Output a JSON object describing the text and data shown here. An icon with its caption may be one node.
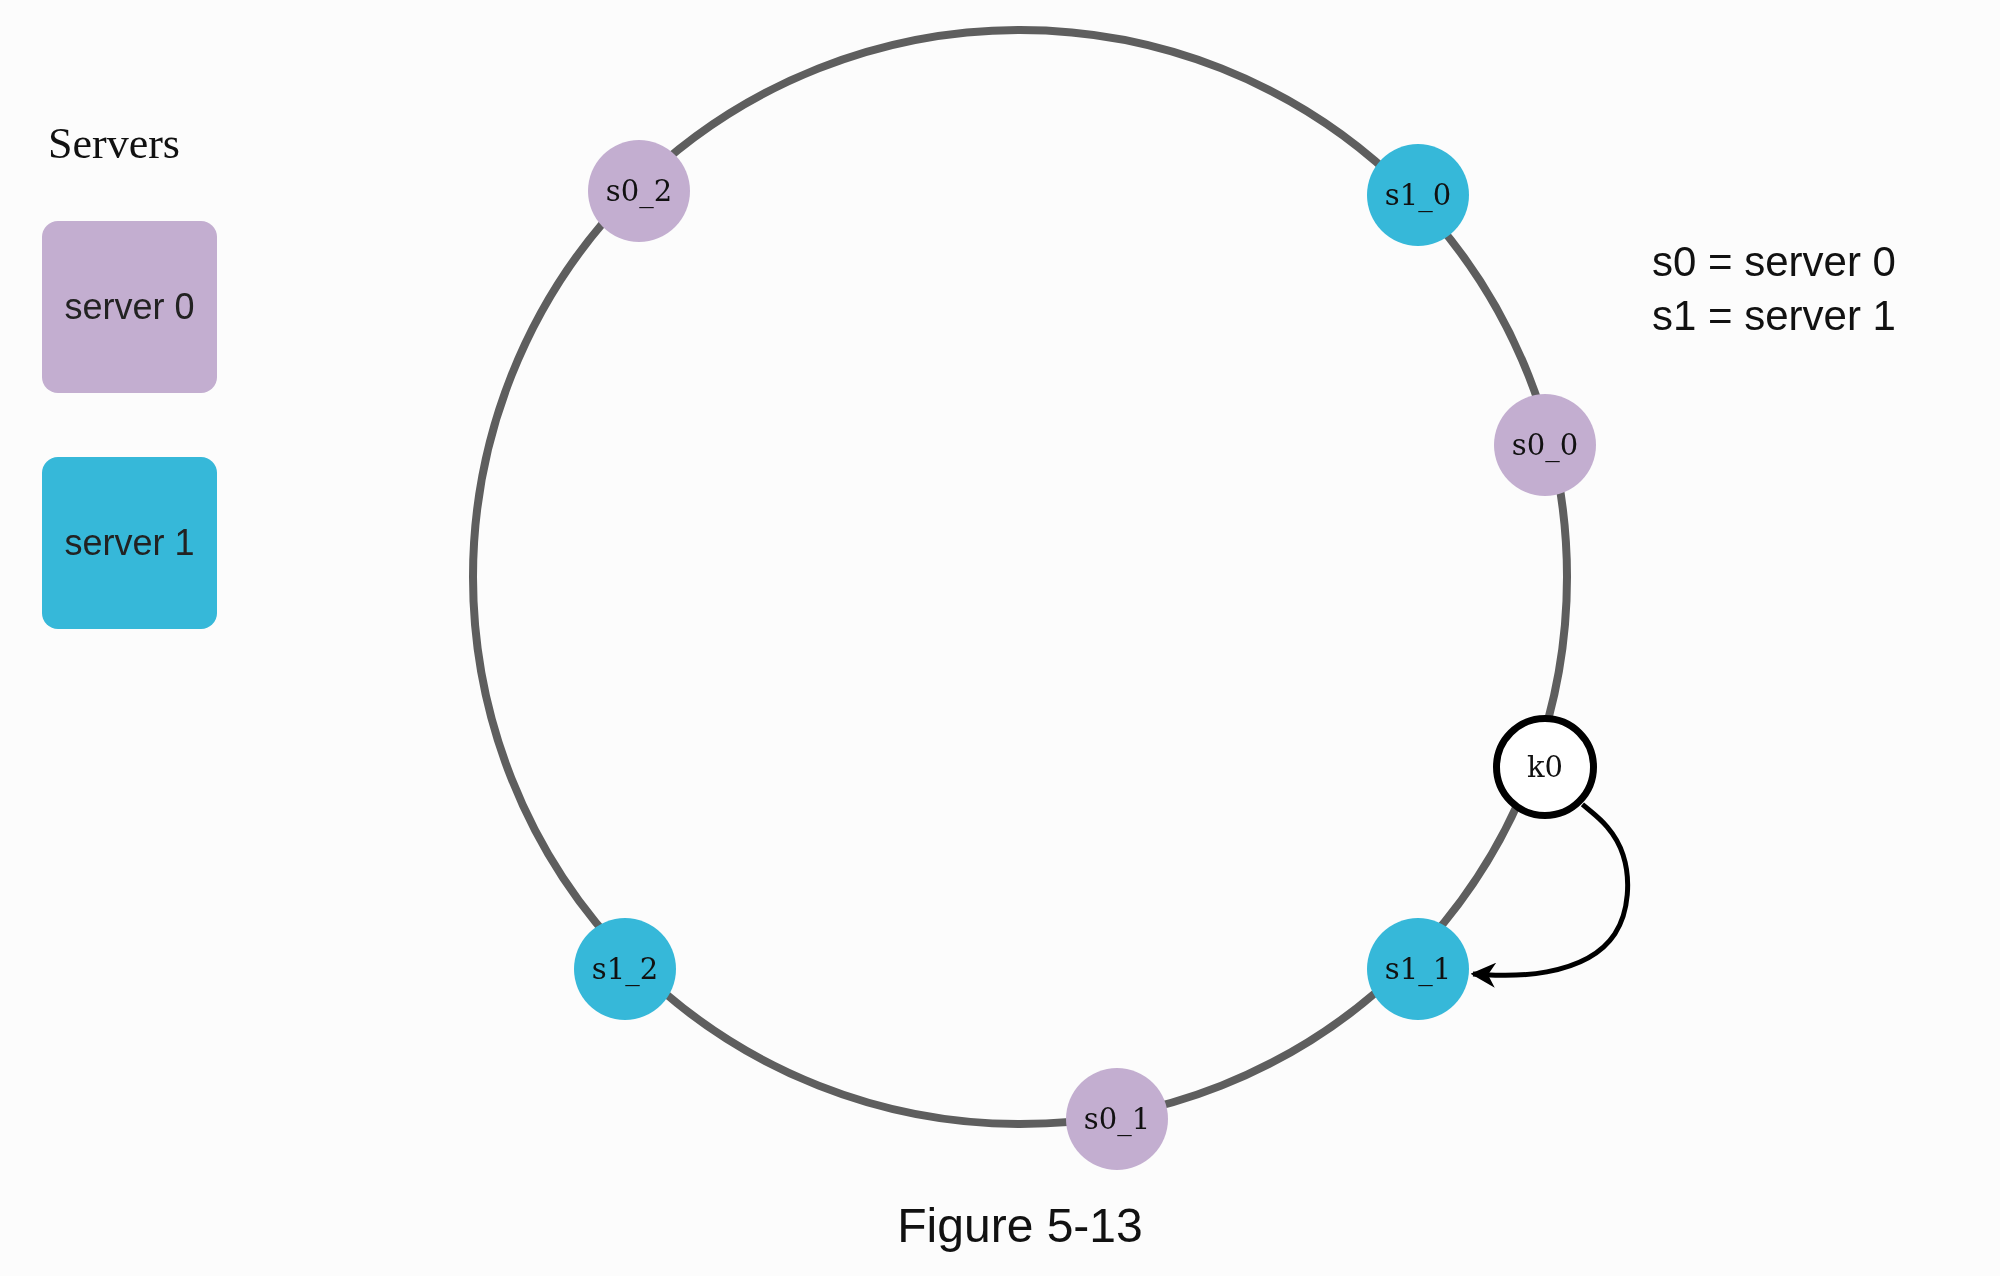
{
  "diagram": {
    "caption": "Figure 5-13",
    "nodes": [
      {
        "text": [
          "s0_2"
        ]
      },
      {
        "text": [
          "s1_0"
        ]
      },
      {
        "text": [
          "s0_0"
        ]
      },
      {
        "text": [
          "k0"
        ]
      },
      {
        "text": [
          "s1_1"
        ]
      },
      {
        "text": [
          "s1_2"
        ]
      },
      {
        "text": [
          "s0_1"
        ]
      }
    ],
    "edges": [
      {
        "from": 3,
        "to": 4,
        "arrow": "to"
      }
    ],
    "labels": [
      "Servers",
      "s0 = server 0",
      "s1 = server 1"
    ],
    "legend": [
      {
        "text": "server 0",
        "color": "#c3aed0"
      },
      {
        "text": "server 1",
        "color": "#36b8d9"
      }
    ]
  }
}
